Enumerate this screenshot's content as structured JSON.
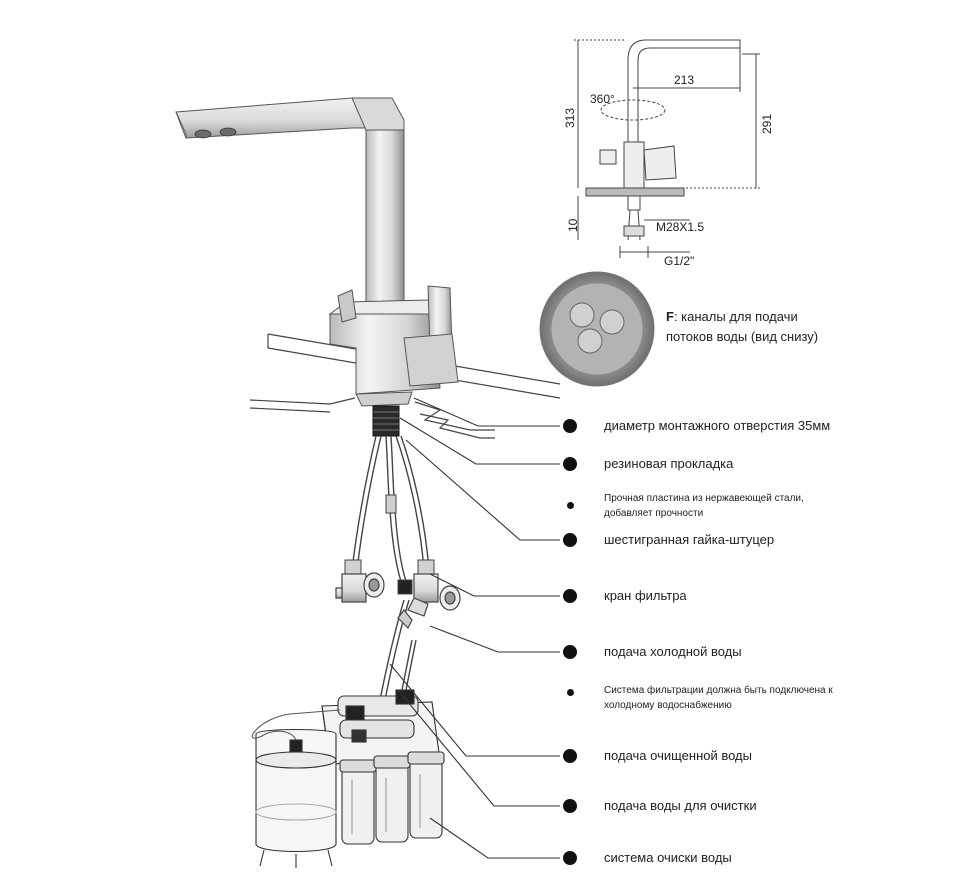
{
  "dimensions": {
    "width_213": "213",
    "height_313": "313",
    "height_291": "291",
    "rotation": "360°",
    "depth_10": "10",
    "thread_m28": "M28X1.5",
    "thread_g12": "G1/2\""
  },
  "bottom_view": {
    "letter": "F",
    "text_line1": ": каналы для подачи",
    "text_line2": "потоков воды (вид снизу)"
  },
  "callouts": [
    {
      "text": "диаметр монтажного отверстия 35мм",
      "size": "big"
    },
    {
      "text": "резиновая прокладка",
      "size": "big"
    },
    {
      "text": "Прочная пластина из нержавеющей стали, добавляет прочности",
      "size": "small"
    },
    {
      "text": "шестигранная гайка-штуцер",
      "size": "big"
    },
    {
      "text": "кран фильтра",
      "size": "big"
    },
    {
      "text": "подача холодной воды",
      "size": "big"
    },
    {
      "text": "Система фильтрации должна быть подключена к холодному водоснабжению",
      "size": "small"
    },
    {
      "text": "подача очищенной воды",
      "size": "big"
    },
    {
      "text": "подача воды для очистки",
      "size": "big"
    },
    {
      "text": "система очиски воды",
      "size": "big"
    }
  ],
  "colors": {
    "line": "#333333",
    "metal_light": "#e6e6e6",
    "metal_dark": "#9a9a9a",
    "dot": "#111111"
  }
}
